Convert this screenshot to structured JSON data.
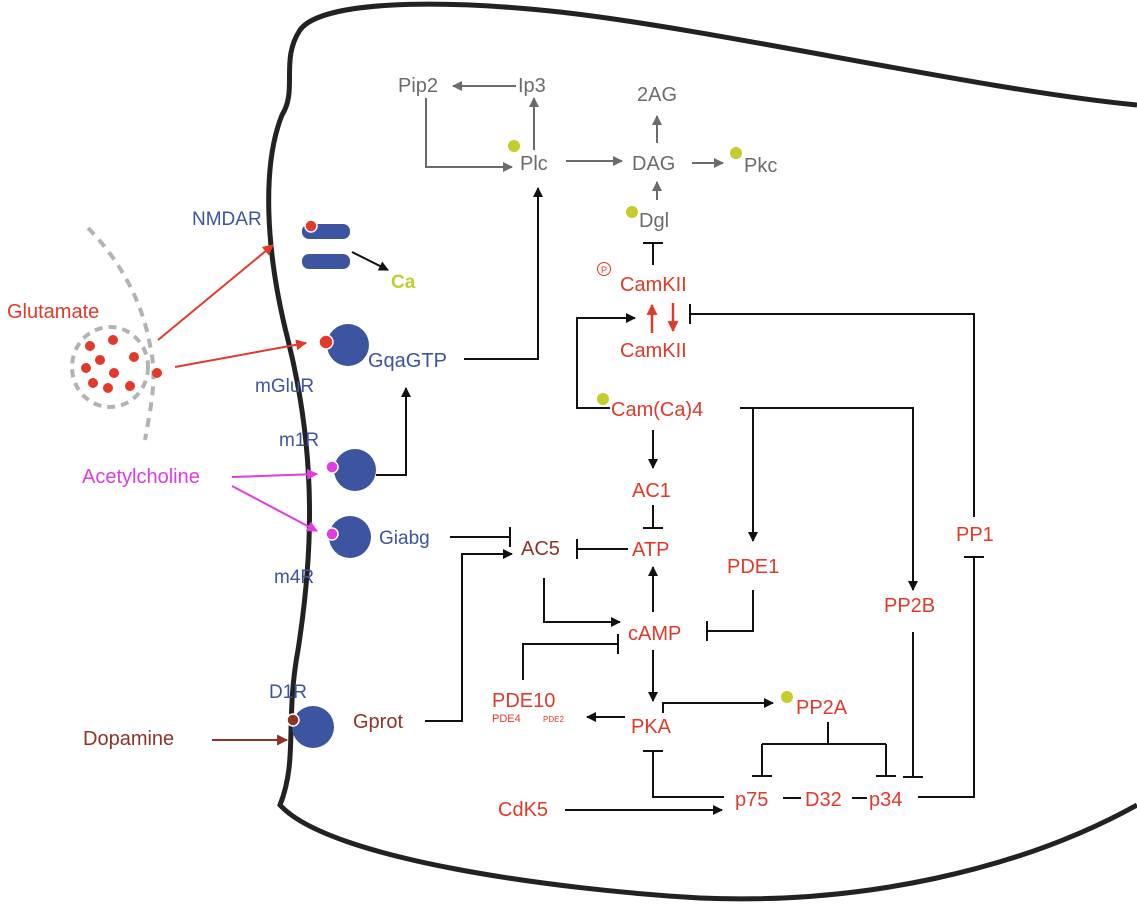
{
  "colors": {
    "red": "#e1392a",
    "gray": "#6b6b6b",
    "blue": "#3d54a0",
    "magenta": "#e03ce0",
    "brown": "#8e3427",
    "yellow": "#c4cc2e",
    "black": "#111111"
  },
  "ligands": {
    "glutamate": "Glutamate",
    "acetylcholine": "Acetylcholine",
    "dopamine": "Dopamine"
  },
  "receptors": {
    "nmdar": "NMDAR",
    "mglur": "mGluR",
    "m1r": "m1R",
    "m4r": "m4R",
    "d1r": "D1R"
  },
  "membrane_nodes": {
    "ca": "Ca",
    "gqagtp": "GqaGTP",
    "giabg": "Giabg",
    "gprot": "Gprot"
  },
  "lipid_pathway": {
    "pip2": "Pip2",
    "ip3": "Ip3",
    "plc": "Plc",
    "dag": "DAG",
    "twoag": "2AG",
    "pkc": "Pkc",
    "dgl": "Dgl"
  },
  "signaling": {
    "phospho_mark": "P",
    "camkii_p": "CamKII",
    "camkii": "CamKII",
    "camca4": "Cam(Ca)4",
    "ac1": "AC1",
    "ac5": "AC5",
    "atp": "ATP",
    "pde1": "PDE1",
    "camp": "cAMP",
    "pde10": "PDE10",
    "pde4": "PDE4",
    "pde2": "PDE2",
    "pka": "PKA",
    "pp2a": "PP2A",
    "pp2b": "PP2B",
    "pp1": "PP1",
    "cdk5": "CdK5",
    "p75": "p75",
    "d32": "D32",
    "p34": "p34"
  }
}
